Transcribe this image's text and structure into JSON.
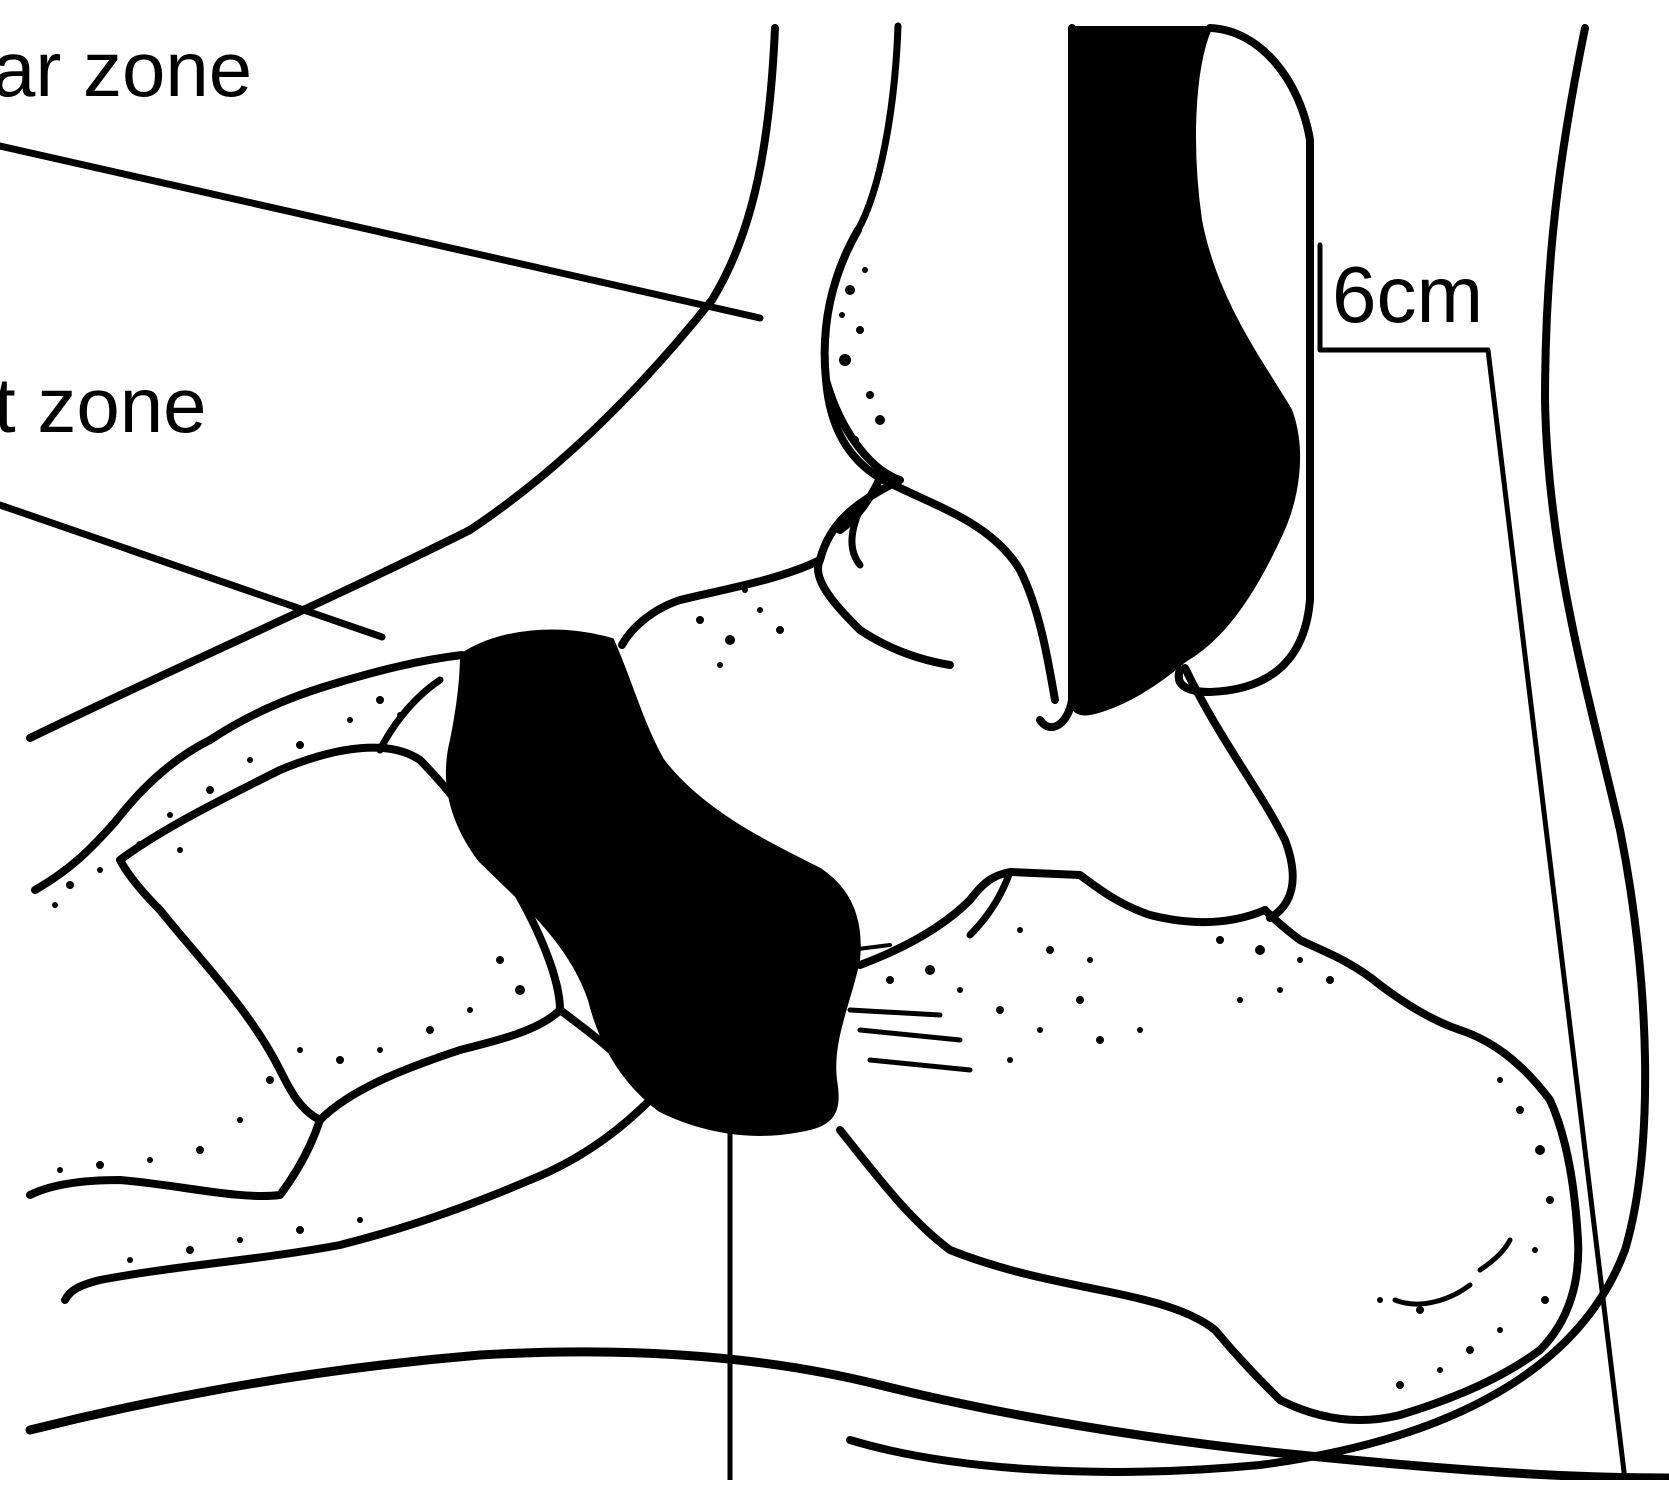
{
  "labels": {
    "top_zone": "ar zone",
    "middle_zone": "t zone",
    "measurement": "6cm"
  },
  "colors": {
    "ink": "#000000",
    "paper": "#ffffff"
  }
}
